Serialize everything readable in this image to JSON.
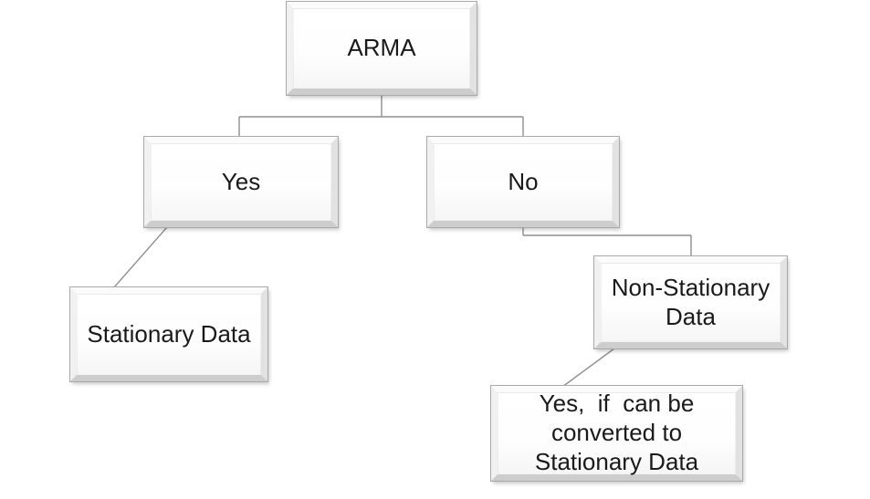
{
  "colors": {
    "background": "#ffffff",
    "connector": "#8f8f8f",
    "node_border": "#a9a9a9",
    "text": "#1a1a1a"
  },
  "nodes": {
    "arma": {
      "label": "ARMA"
    },
    "yes": {
      "label": "Yes"
    },
    "no": {
      "label": "No"
    },
    "stationary": {
      "label": "Stationary Data"
    },
    "non_stationary": {
      "label": [
        "Non-Stationary",
        "Data"
      ]
    },
    "converted": {
      "label": [
        "Yes,  if  can be",
        "converted to",
        "Stationary Data"
      ]
    }
  },
  "edges": [
    {
      "from": "ARMA",
      "to": "Yes"
    },
    {
      "from": "ARMA",
      "to": "No"
    },
    {
      "from": "Yes",
      "to": "Stationary Data"
    },
    {
      "from": "No",
      "to": "Non-Stationary Data"
    },
    {
      "from": "Non-Stationary Data",
      "to": "Yes, if can be converted to Stationary Data"
    }
  ]
}
